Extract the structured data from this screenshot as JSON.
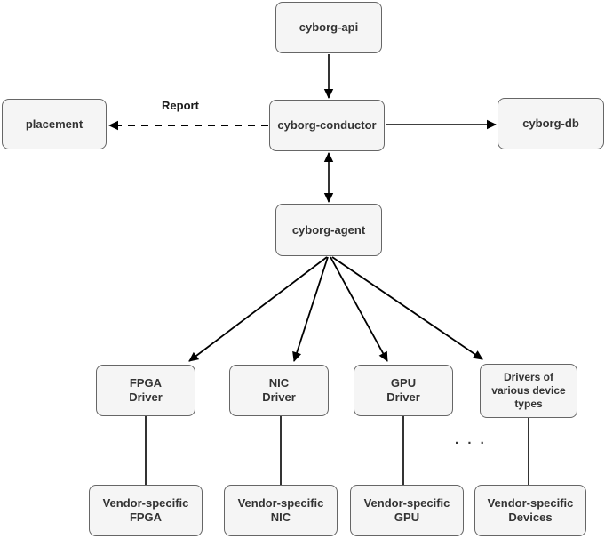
{
  "diagram": {
    "kind": "architecture-diagram",
    "nodes": {
      "cyborg_api": {
        "label": "cyborg-api"
      },
      "placement": {
        "label": "placement"
      },
      "cyborg_conductor": {
        "label": "cyborg-conductor"
      },
      "cyborg_db": {
        "label": "cyborg-db"
      },
      "cyborg_agent": {
        "label": "cyborg-agent"
      },
      "fpga_driver": {
        "label": "FPGA\nDriver"
      },
      "nic_driver": {
        "label": "NIC\nDriver"
      },
      "gpu_driver": {
        "label": "GPU\nDriver"
      },
      "various_drivers": {
        "label": "Drivers of\nvarious device\ntypes"
      },
      "vendor_fpga": {
        "label": "Vendor-specific\nFPGA"
      },
      "vendor_nic": {
        "label": "Vendor-specific\nNIC"
      },
      "vendor_gpu": {
        "label": "Vendor-specific\nGPU"
      },
      "vendor_devices": {
        "label": "Vendor-specific\nDevices"
      }
    },
    "labels": {
      "report": "Report",
      "ellipsis": ". . ."
    },
    "edges": [
      {
        "from": "cyborg-api",
        "to": "cyborg-conductor",
        "style": "solid",
        "direction": "one-way"
      },
      {
        "from": "cyborg-conductor",
        "to": "placement",
        "style": "dashed",
        "direction": "one-way",
        "label": "Report"
      },
      {
        "from": "cyborg-conductor",
        "to": "cyborg-db",
        "style": "solid",
        "direction": "one-way"
      },
      {
        "from": "cyborg-conductor",
        "to": "cyborg-agent",
        "style": "solid",
        "direction": "two-way"
      },
      {
        "from": "cyborg-agent",
        "to": "FPGA Driver",
        "style": "solid",
        "direction": "one-way"
      },
      {
        "from": "cyborg-agent",
        "to": "NIC Driver",
        "style": "solid",
        "direction": "one-way"
      },
      {
        "from": "cyborg-agent",
        "to": "GPU Driver",
        "style": "solid",
        "direction": "one-way"
      },
      {
        "from": "cyborg-agent",
        "to": "Drivers of various device types",
        "style": "solid",
        "direction": "one-way"
      },
      {
        "from": "FPGA Driver",
        "to": "Vendor-specific FPGA",
        "style": "solid",
        "direction": "none"
      },
      {
        "from": "NIC Driver",
        "to": "Vendor-specific NIC",
        "style": "solid",
        "direction": "none"
      },
      {
        "from": "GPU Driver",
        "to": "Vendor-specific GPU",
        "style": "solid",
        "direction": "none"
      },
      {
        "from": "Drivers of various device types",
        "to": "Vendor-specific Devices",
        "style": "solid",
        "direction": "none"
      }
    ],
    "colors": {
      "node_fill": "#f5f5f5",
      "node_border": "#666666",
      "text": "#333333",
      "line": "#000000",
      "background": "#ffffff"
    }
  }
}
